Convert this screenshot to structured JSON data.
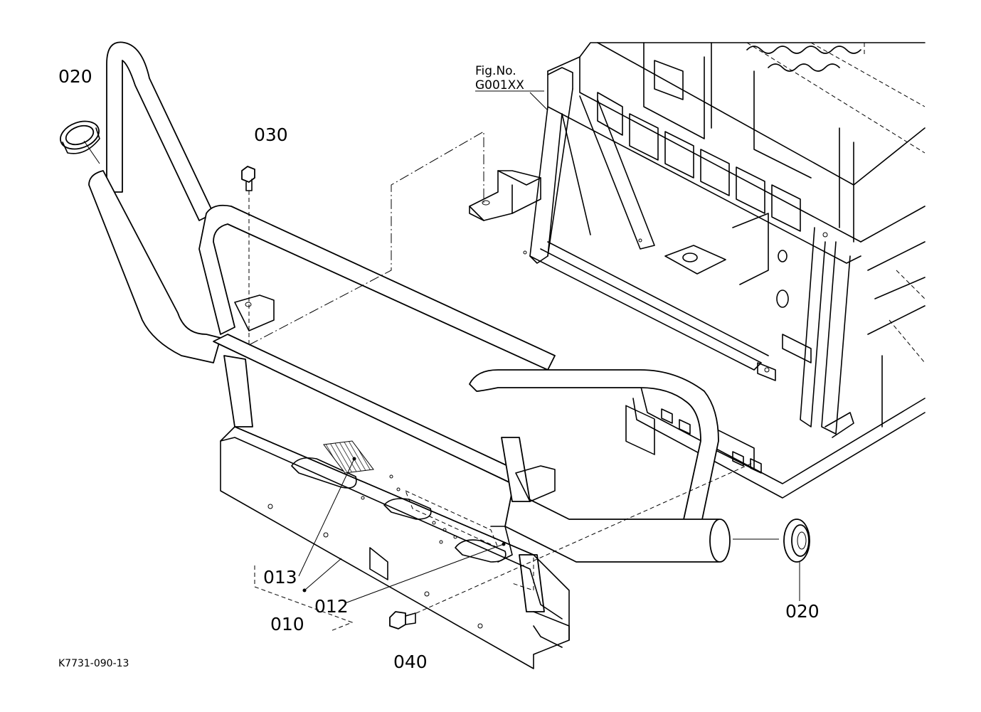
{
  "figure_reference": {
    "line1": "Fig.No.",
    "line2": "G001XX"
  },
  "drawing_code": "K7731-090-13",
  "callouts": {
    "grommet_upper": "020",
    "bolt_upper": "030",
    "decal_013": "013",
    "assembly_010": "010",
    "decal_012": "012",
    "bolt_lower": "040",
    "grommet_right": "020"
  }
}
